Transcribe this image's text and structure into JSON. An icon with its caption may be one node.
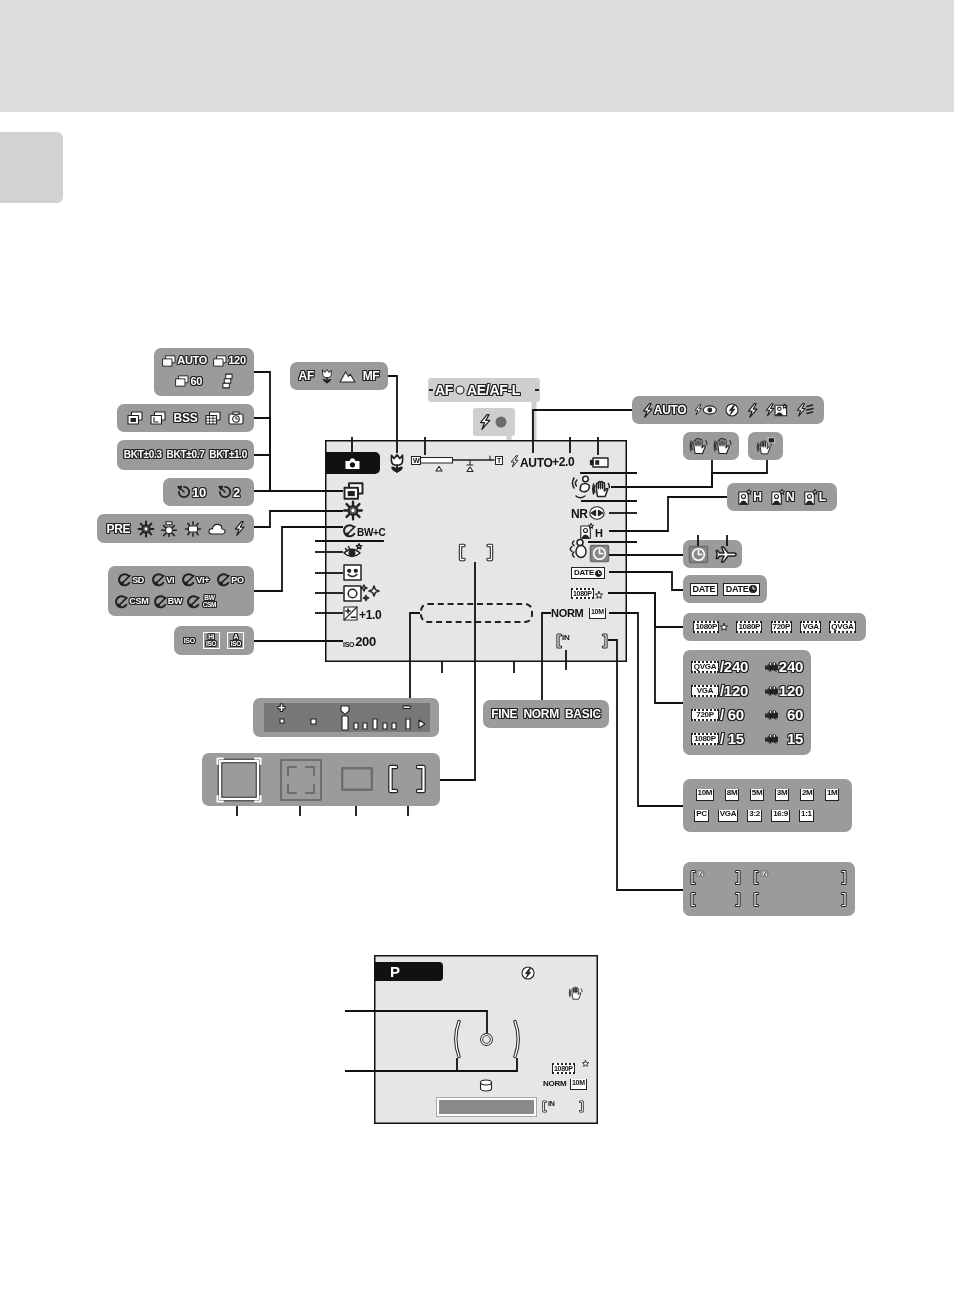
{
  "diagram": {
    "nodes": [
      {
        "text": [
          "AUTO",
          "120",
          "60"
        ]
      },
      {
        "text": [
          "AF",
          "MF"
        ]
      },
      {
        "text": [
          "AF",
          "AE/AF-L"
        ]
      },
      {
        "text": [
          "AUTO"
        ]
      },
      {
        "text": [
          "BSS"
        ]
      },
      {
        "text": [],
        "shape": "box"
      },
      {
        "text": [],
        "shape": "box"
      },
      {
        "text": [
          "BKT±0.3",
          "BKT±0.7",
          "BKT±1.0"
        ]
      },
      {
        "text": [],
        "shape": "box"
      },
      {
        "text": [],
        "shape": "box",
        "in": 8
      },
      {
        "text": [],
        "shape": "picture",
        "in": 8
      },
      {
        "text": [
          "W",
          "T"
        ],
        "in": 8
      },
      {
        "text": [
          "AUTO"
        ],
        "in": 8
      },
      {
        "text": [
          "+2.0"
        ],
        "in": 8
      },
      {
        "text": [],
        "shape": "picture",
        "in": 8
      },
      {
        "text": [],
        "shape": "picture",
        "in": 8
      },
      {
        "text": [],
        "shape": "picture",
        "in": 8
      },
      {
        "text": [
          "BW+C"
        ],
        "in": 8
      },
      {
        "text": [],
        "shape": "picture",
        "in": 8
      },
      {
        "text": [],
        "shape": "picture",
        "in": 8
      },
      {
        "text": [],
        "shape": "picture",
        "in": 8
      },
      {
        "text": [
          "+1.0"
        ],
        "in": 8
      },
      {
        "text": [
          "ISO",
          "200"
        ],
        "in": 8
      },
      {
        "text": [],
        "shape": "picture",
        "in": 8
      },
      {
        "text": [],
        "shape": "picture",
        "in": 8
      },
      {
        "text": [
          "NR"
        ],
        "in": 8
      },
      {
        "text": [
          "H"
        ],
        "in": 8
      },
      {
        "text": [],
        "shape": "picture",
        "in": 8
      },
      {
        "text": [],
        "shape": "picture",
        "in": 8
      },
      {
        "text": [
          "DATE"
        ],
        "in": 8
      },
      {
        "text": [
          "1080P"
        ],
        "in": 8
      },
      {
        "text": [],
        "shape": "bracket",
        "in": 8
      },
      {
        "text": [],
        "shape": "box",
        "in": 8
      },
      {
        "text": [
          "NORM"
        ],
        "in": 8
      },
      {
        "text": [
          "10M"
        ],
        "in": 8
      },
      {
        "text": [
          "IN"
        ],
        "in": 8
      },
      {
        "text": [],
        "shape": "bracket",
        "in": 8
      },
      {
        "text": [
          "10",
          "2"
        ]
      },
      {
        "text": [
          "H",
          "N",
          "L"
        ]
      },
      {
        "text": [
          "PRE"
        ]
      },
      {
        "text": [],
        "shape": "box"
      },
      {
        "text": [],
        "shape": "picture",
        "in": 40
      },
      {
        "text": [],
        "shape": "picture",
        "in": 40
      },
      {
        "text": [
          "SD",
          "VI",
          "VI+",
          "PO",
          "CSM",
          "BW",
          "BW CSM"
        ]
      },
      {
        "text": [
          "DATE",
          "DATE"
        ]
      },
      {
        "text": [
          "1080P",
          "1080P",
          "720P",
          "VGA",
          "QVGA"
        ]
      },
      {
        "text": [
          "ISO",
          "Hi ISO",
          "A ISO"
        ]
      },
      {
        "text": [
          "QVGA",
          "/240",
          "240",
          "VGA",
          "/120",
          "120",
          "720P",
          "/ 60",
          "60",
          "1080P",
          "/ 15",
          "15"
        ]
      },
      {
        "text": [
          "+",
          "−"
        ]
      },
      {
        "text": [
          "FINE",
          "NORM",
          "BASIC"
        ]
      },
      {
        "text": [],
        "shape": "box"
      },
      {
        "text": [
          "10M",
          "8M",
          "5M",
          "3M",
          "2M",
          "1M",
          "PC",
          "VGA",
          "3:2",
          "16:9",
          "1:1"
        ]
      },
      {
        "text": [
          "IN",
          "IN"
        ]
      },
      {
        "text": [
          "P",
          "1080P",
          "NORM",
          "10M",
          "IN"
        ]
      },
      {
        "text": [],
        "shape": "bracket",
        "in": 53
      },
      {
        "text": [],
        "shape": "circle",
        "in": 54
      },
      {
        "text": [],
        "shape": "bar",
        "in": 53
      },
      {
        "text": [],
        "shape": "box"
      }
    ],
    "edges": [
      {
        "from": null,
        "to": 9,
        "arrow": "none"
      },
      {
        "from": 1,
        "to": 10,
        "arrow": "none"
      },
      {
        "from": null,
        "to": 11,
        "arrow": "none"
      },
      {
        "from": 3,
        "to": 12,
        "arrow": "none"
      },
      {
        "from": null,
        "to": 13,
        "arrow": "none"
      },
      {
        "from": null,
        "to": 14,
        "arrow": "none"
      },
      {
        "from": 0,
        "to": 15,
        "arrow": "none"
      },
      {
        "from": 4,
        "to": 15,
        "arrow": "none"
      },
      {
        "from": 7,
        "to": 15,
        "arrow": "none"
      },
      {
        "from": 37,
        "to": 15,
        "arrow": "none"
      },
      {
        "from": 39,
        "to": 16,
        "arrow": "none"
      },
      {
        "from": 43,
        "to": 17,
        "arrow": "none"
      },
      {
        "from": null,
        "to": 17,
        "arrow": "none"
      },
      {
        "from": null,
        "to": 18,
        "arrow": "none"
      },
      {
        "from": null,
        "to": 19,
        "arrow": "none"
      },
      {
        "from": null,
        "to": 20,
        "arrow": "none"
      },
      {
        "from": null,
        "to": 21,
        "arrow": "none"
      },
      {
        "from": 46,
        "to": 22,
        "arrow": "none"
      },
      {
        "from": null,
        "to": 23,
        "arrow": "none"
      },
      {
        "from": 5,
        "to": 24,
        "arrow": "none"
      },
      {
        "from": 6,
        "to": 24,
        "arrow": "none"
      },
      {
        "from": null,
        "to": 23,
        "arrow": "none"
      },
      {
        "from": null,
        "to": 25,
        "arrow": "none"
      },
      {
        "from": 38,
        "to": 26,
        "arrow": "none"
      },
      {
        "from": null,
        "to": 27,
        "arrow": "none"
      },
      {
        "from": 40,
        "to": 28,
        "arrow": "none"
      },
      {
        "from": 44,
        "to": 29,
        "arrow": "none"
      },
      {
        "from": 45,
        "to": 30,
        "arrow": "none"
      },
      {
        "from": 47,
        "to": 30,
        "arrow": "none"
      },
      {
        "from": 51,
        "to": 34,
        "arrow": "none"
      },
      {
        "from": 50,
        "to": 31,
        "arrow": "none"
      },
      {
        "from": 48,
        "to": 32,
        "arrow": "none"
      },
      {
        "from": 49,
        "to": 33,
        "arrow": "none"
      },
      {
        "from": null,
        "to": 8,
        "arrow": "none"
      },
      {
        "from": null,
        "to": 8,
        "arrow": "none"
      },
      {
        "from": null,
        "to": 35,
        "arrow": "none"
      },
      {
        "from": 52,
        "to": 36,
        "arrow": "none"
      },
      {
        "from": null,
        "to": 41,
        "arrow": "none"
      },
      {
        "from": null,
        "to": 42,
        "arrow": "none"
      },
      {
        "from": null,
        "to": 50,
        "arrow": "none"
      },
      {
        "from": null,
        "to": 50,
        "arrow": "none"
      },
      {
        "from": null,
        "to": 50,
        "arrow": "none"
      },
      {
        "from": null,
        "to": 50,
        "arrow": "none"
      },
      {
        "from": null,
        "to": 55,
        "arrow": "none"
      },
      {
        "from": null,
        "to": 54,
        "arrow": "none"
      },
      {
        "from": 2,
        "to": 8,
        "arrow": "none",
        "style": "thick",
        "color": "#cfcfcf"
      },
      {
        "from": 57,
        "to": 8,
        "arrow": "none",
        "style": "thick",
        "color": "#cfcfcf"
      }
    ]
  }
}
